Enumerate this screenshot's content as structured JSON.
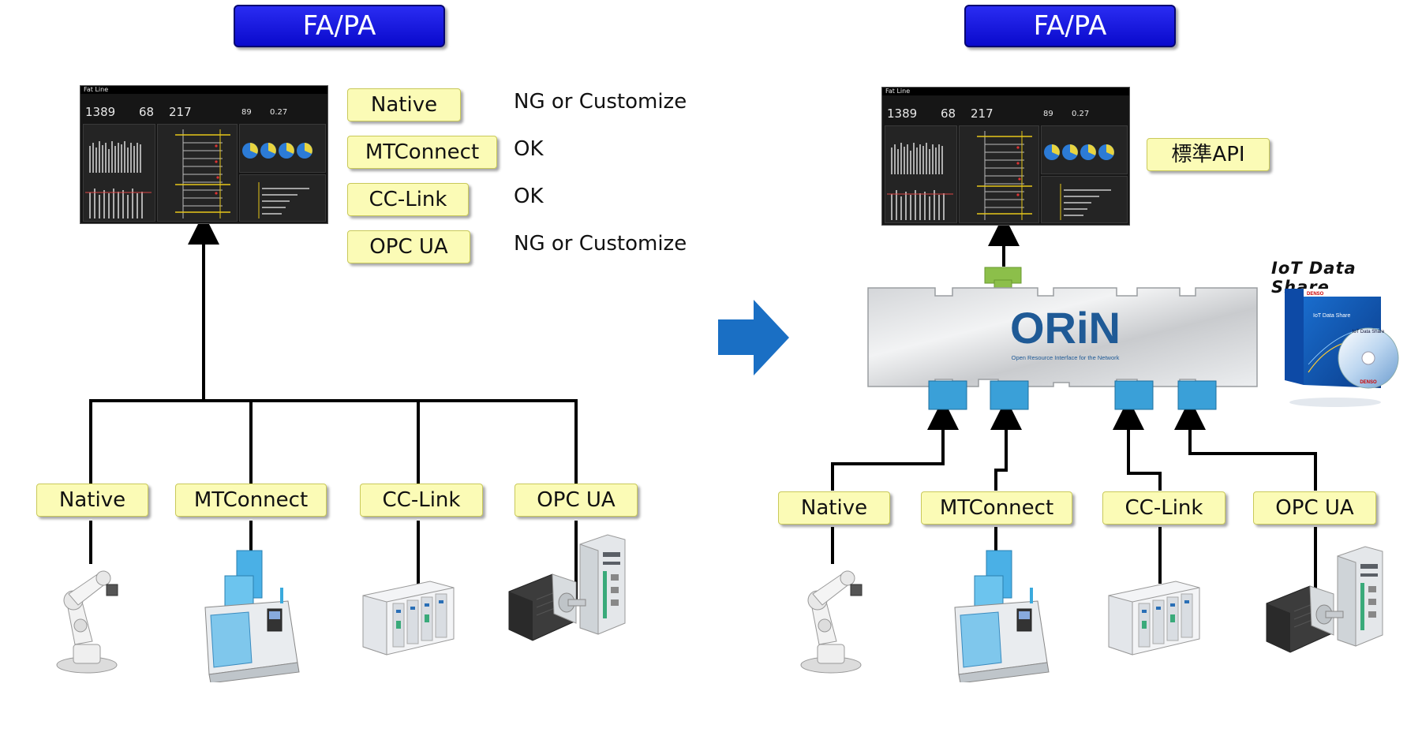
{
  "left": {
    "title": "FA/PA",
    "dashboard": {
      "app_title": "Fat Line",
      "value1": "1389",
      "value2": "68",
      "value3": "217",
      "value4": "89",
      "value5": "0.27"
    },
    "protocol_status": [
      {
        "label": "Native",
        "status": "NG or Customize"
      },
      {
        "label": "MTConnect",
        "status": "OK"
      },
      {
        "label": "CC-Link",
        "status": "OK"
      },
      {
        "label": "OPC UA",
        "status": "NG or Customize"
      }
    ],
    "devices": [
      {
        "label": "Native",
        "icon": "robot-arm-icon"
      },
      {
        "label": "MTConnect",
        "icon": "cnc-machine-icon"
      },
      {
        "label": "CC-Link",
        "icon": "plc-icon"
      },
      {
        "label": "OPC UA",
        "icon": "servo-motor-icon"
      }
    ]
  },
  "right": {
    "title": "FA/PA",
    "dashboard": {
      "app_title": "Fat Line",
      "value1": "1389",
      "value2": "68",
      "value3": "217",
      "value4": "89",
      "value5": "0.27"
    },
    "api_label": "標準API",
    "orin": {
      "logo": "ORiN",
      "subtitle": "Open Resource Interface for the Network"
    },
    "product": {
      "title": "IoT Data Share",
      "box_text": "IoT Data Share",
      "brand": "DENSO"
    },
    "devices": [
      {
        "label": "Native",
        "icon": "robot-arm-icon"
      },
      {
        "label": "MTConnect",
        "icon": "cnc-machine-icon"
      },
      {
        "label": "CC-Link",
        "icon": "plc-icon"
      },
      {
        "label": "OPC UA",
        "icon": "servo-motor-icon"
      }
    ]
  },
  "colors": {
    "title_blue": "#1414e0",
    "tag_yellow": "#fbfbb6",
    "arrow_blue": "#1a6fc4",
    "connector_blue": "#3aa0d8",
    "connector_green": "#8cbf4a",
    "orin_text": "#1f5a96"
  }
}
